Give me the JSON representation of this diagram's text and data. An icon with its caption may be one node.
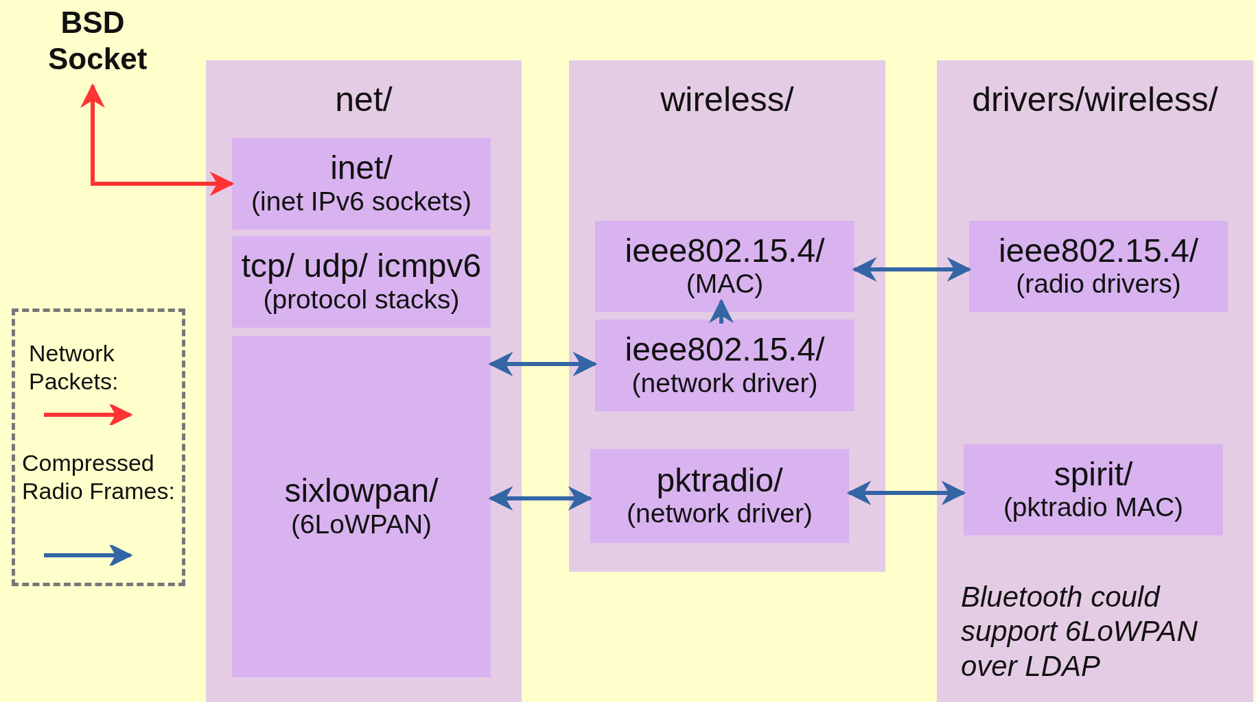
{
  "diagram": {
    "nodes": [
      {
        "text": [
          "BSD Socket"
        ]
      },
      {
        "text": [
          "net/"
        ]
      },
      {
        "text": [
          "inet/",
          "(inet IPv6 sockets)"
        ],
        "in": 1
      },
      {
        "text": [
          "tcp/ udp/ icmpv6",
          "(protocol stacks)"
        ],
        "in": 1
      },
      {
        "text": [
          "sixlowpan/",
          "(6LoWPAN)"
        ],
        "in": 1
      },
      {
        "text": [
          "wireless/"
        ]
      },
      {
        "text": [
          "ieee802.15.4/",
          "(MAC)"
        ],
        "in": 5
      },
      {
        "text": [
          "ieee802.15.4/",
          "(network driver)"
        ],
        "in": 5
      },
      {
        "text": [
          "pktradio/",
          "(network driver)"
        ],
        "in": 5
      },
      {
        "text": [
          "drivers/wireless/"
        ]
      },
      {
        "text": [
          "ieee802.15.4/",
          "(radio drivers)"
        ],
        "in": 9
      },
      {
        "text": [
          "spirit/",
          "(pktradio MAC)"
        ],
        "in": 9
      }
    ],
    "edges": [
      {
        "from": 0,
        "to": 2,
        "arrow": "both",
        "color": "#ff3333"
      },
      {
        "from": 4,
        "to": 7,
        "arrow": "both"
      },
      {
        "from": 4,
        "to": 8,
        "arrow": "both"
      },
      {
        "from": 7,
        "to": 6,
        "arrow": "to"
      },
      {
        "from": 6,
        "to": 10,
        "arrow": "both"
      },
      {
        "from": 8,
        "to": 11,
        "arrow": "both"
      }
    ],
    "labels": [
      "Bluetooth could support 6LoWPAN over LDAP"
    ],
    "legend": [
      {
        "text": "Network Packets:"
      },
      {
        "text": "Compressed Radio Frames:"
      }
    ]
  }
}
